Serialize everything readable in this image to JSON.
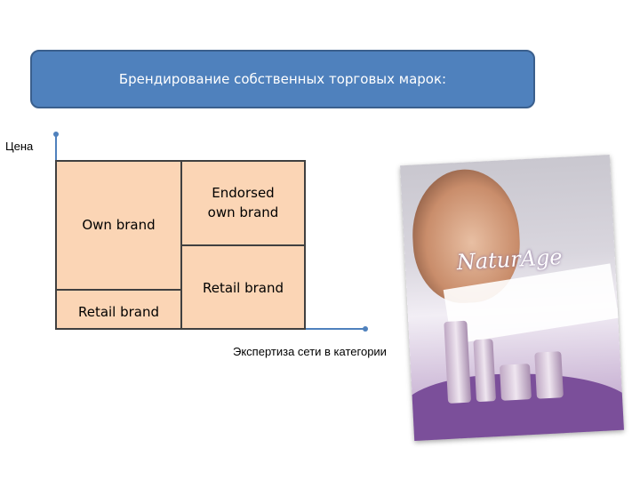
{
  "header": {
    "title": "Брендирование собственных торговых марок:"
  },
  "axes": {
    "y_label": "Цена",
    "x_label": "Экспертиза сети в категории"
  },
  "quadrants": {
    "own_brand": "Own brand",
    "endorsed_own_brand": "Endorsed own brand",
    "retail_brand_right": "Retail brand",
    "retail_brand_bottom": "Retail brand"
  },
  "colors": {
    "title_fill": "#4f81bd",
    "cell_fill": "#fbd5b5",
    "axis": "#4f81bd"
  },
  "poster": {
    "logo": "NaturAge",
    "icon": "product-advertisement-image"
  }
}
